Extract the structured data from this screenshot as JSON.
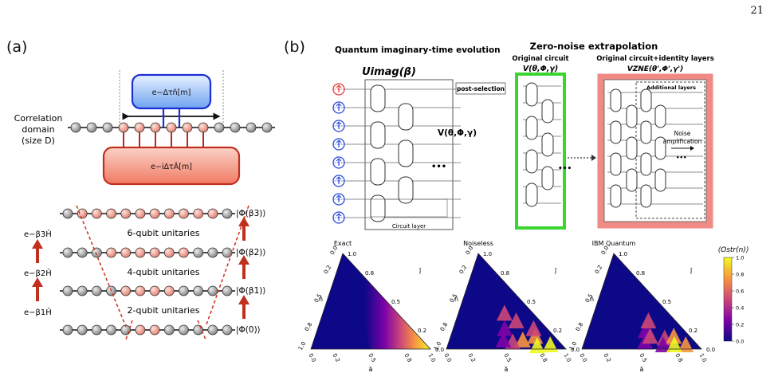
{
  "page_number": "21",
  "panel_a": {
    "label": "(a)",
    "corr_label": [
      "Correlation",
      "domain",
      "(size D)"
    ],
    "op_top": "e−Δτn̂[m]",
    "op_bottom": "e−iΔτÂ[m]",
    "rows": [
      {
        "label": "6-qubit unitaries",
        "state": "|Φ(β3)⟩",
        "step": "e−β3Ĥ"
      },
      {
        "label": "4-qubit unitaries",
        "state": "|Φ(β2)⟩",
        "step": "e−β2Ĥ"
      },
      {
        "label": "2-qubit unitaries",
        "state": "|Φ(β1)⟩",
        "step": "e−β1Ĥ"
      },
      {
        "label": "",
        "state": "|Φ(0)⟩",
        "step": ""
      }
    ]
  },
  "panel_b": {
    "label": "(b)",
    "qite_title": "Quantum imaginary-time evolution",
    "u_imag": "Uimag(β)",
    "v_label": "V(θ,Φ,γ)",
    "post_selection": "post-selection",
    "circuit_layer": "Circuit layer",
    "zne_title": "Zero-noise extrapolation",
    "original_circuit": "Original circuit",
    "original_v": "V(θ,Φ,γ)",
    "orig_plus": "Original circuit+identity layers",
    "v_zne": "VZNE(θ',Φ',γ')",
    "additional_layers": "Additional layers",
    "noise_amp": [
      "Noise",
      "amplification"
    ],
    "ellipsis": "•••"
  },
  "plots": {
    "titles": [
      "Exact",
      "Noiseless",
      "IBM Quantum"
    ],
    "colorbar_label": "⟨Ostr(n)⟩",
    "colorbar_ticks": [
      "1.0",
      "0.8",
      "0.6",
      "0.4",
      "0.2",
      "0.0"
    ],
    "edge_ticks": [
      "1.0",
      "0.8",
      "0.5",
      "0.2",
      "0.0"
    ],
    "axis_labels": [
      "n̄",
      "j̄",
      "ā"
    ],
    "colormap": [
      "#0d0887",
      "#7e03a8",
      "#cc4778",
      "#f89540",
      "#f0f921"
    ]
  }
}
